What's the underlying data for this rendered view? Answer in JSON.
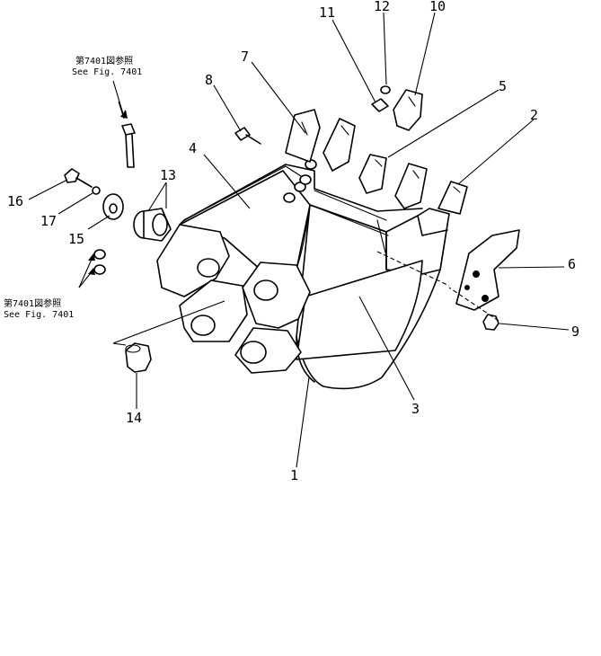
{
  "references": {
    "upper": {
      "jp": "第7401図参照",
      "en": "See Fig. 7401"
    },
    "lower": {
      "jp": "第7401図参照",
      "en": "See Fig. 7401"
    }
  },
  "callouts": [
    "1",
    "2",
    "3",
    "4",
    "5",
    "6",
    "7",
    "8",
    "9",
    "10",
    "11",
    "12",
    "13",
    "14",
    "15",
    "16",
    "17"
  ],
  "colors": {
    "line": "#000000",
    "background": "#ffffff"
  }
}
